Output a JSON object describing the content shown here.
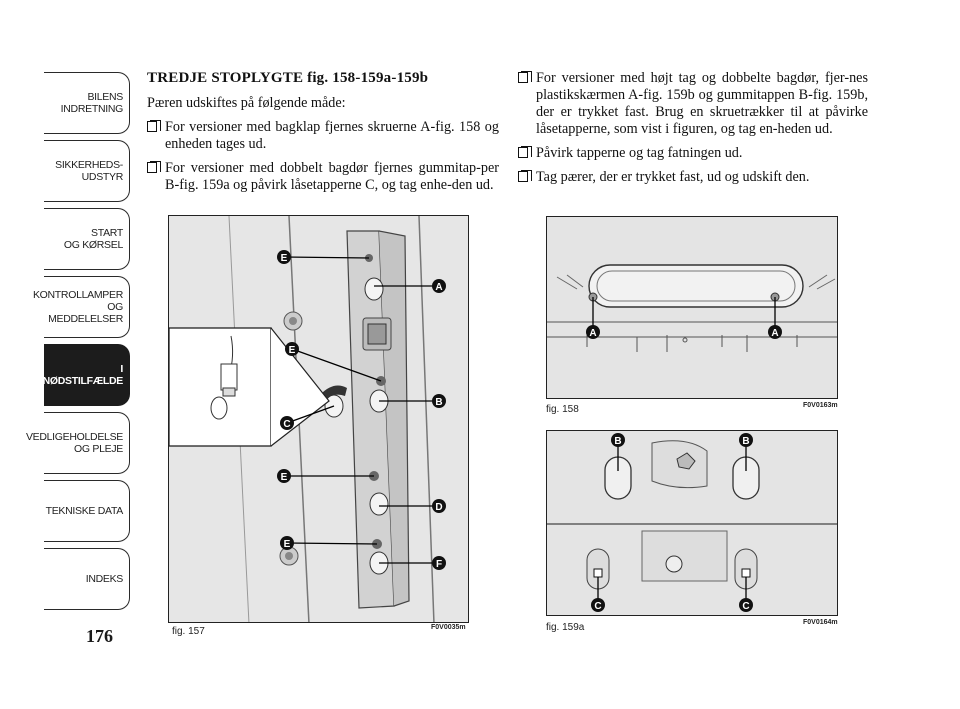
{
  "tabs": [
    {
      "label": "BILENS\nINDRETNING",
      "active": false
    },
    {
      "label": "SIKKERHEDS-\nUDSTYR",
      "active": false
    },
    {
      "label": "START\nOG KØRSEL",
      "active": false
    },
    {
      "label": "KONTROLLAMPER\nOG MEDDELELSER",
      "active": false
    },
    {
      "label": "I NØDSTILFÆLDE",
      "active": true
    },
    {
      "label": "VEDLIGEHOLDELSE\nOG PLEJE",
      "active": false
    },
    {
      "label": "TEKNISKE DATA",
      "active": false
    },
    {
      "label": "INDEKS",
      "active": false
    }
  ],
  "page_number": "176",
  "left_column": {
    "title": "TREDJE STOPLYGTE fig. 158-159a-159b",
    "intro": "Pæren udskiftes på følgende måde:",
    "bullets": [
      "For versioner med bagklap fjernes skruerne A-fig. 158 og enheden tages ud.",
      "For versioner med dobbelt bagdør fjernes gummitap-per B-fig. 159a og påvirk låsetapperne C, og tag enhe-den ud."
    ]
  },
  "right_column": {
    "bullets": [
      "For versioner med højt tag og dobbelte bagdør, fjer-nes plastikskærmen A-fig. 159b og gummitappen B-fig. 159b, der er trykket fast. Brug en skruetrækker til at påvirke låsetapperne, som vist i figuren, og tag en-heden ud.",
      "Påvirk tapperne og tag fatningen ud.",
      "Tag pærer, der er trykket fast, ud og udskift den."
    ]
  },
  "figures": {
    "fig157": {
      "caption": "fig. 157",
      "code": "F0V0035m",
      "labels": [
        "E",
        "A",
        "E",
        "B",
        "C",
        "E",
        "D",
        "E",
        "F"
      ]
    },
    "fig158": {
      "caption": "fig. 158",
      "code": "F0V0163m",
      "labels": [
        "A",
        "A"
      ]
    },
    "fig159a": {
      "caption": "fig. 159a",
      "code": "F0V0164m",
      "labels": [
        "B",
        "B",
        "C",
        "C"
      ]
    }
  }
}
